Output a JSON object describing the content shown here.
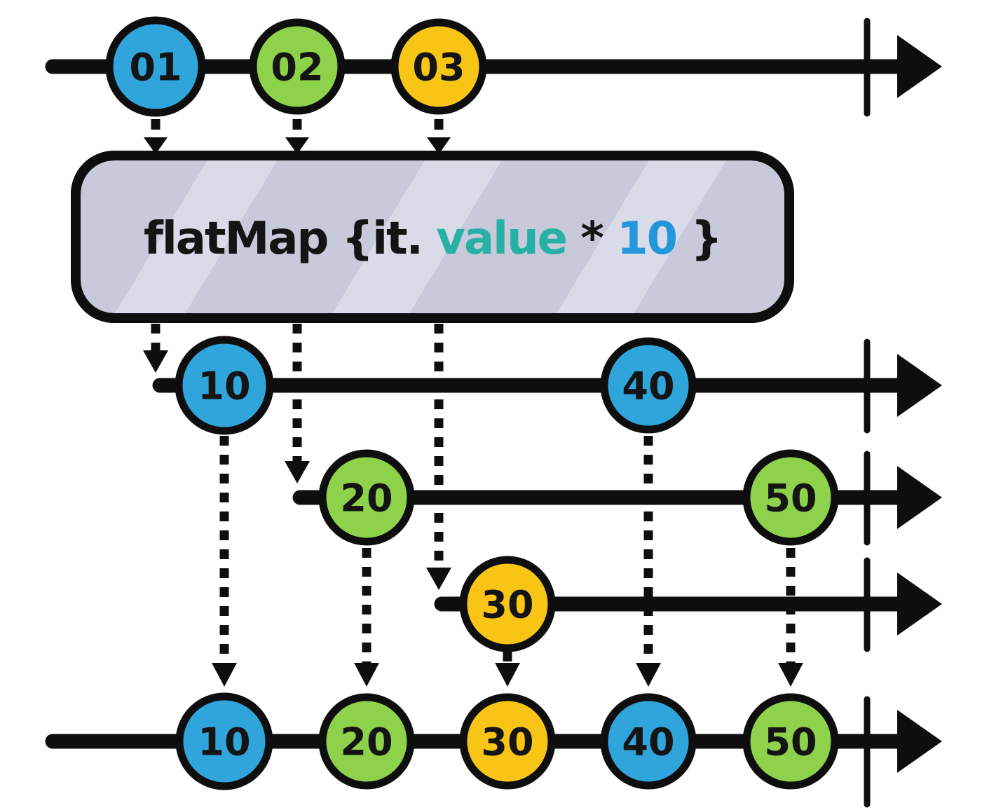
{
  "colors": {
    "blue": "#2fa5dc",
    "green": "#8ed14b",
    "yellow": "#f8c516",
    "stroke": "#0e0e0e",
    "box_fill": "#c8cadb",
    "box_stripe": "#d9dbe8",
    "teal_text": "#27b1a5",
    "blue_text": "#2497dc"
  },
  "operator": {
    "prefix": "flatMap {it.",
    "value_token": "value",
    "middle": " * ",
    "number_token": "10",
    "suffix": "}"
  },
  "source_stream": {
    "marbles": [
      {
        "label": "01",
        "color": "blue"
      },
      {
        "label": "02",
        "color": "green"
      },
      {
        "label": "03",
        "color": "yellow"
      }
    ]
  },
  "inner_streams": [
    {
      "marbles": [
        {
          "label": "10",
          "color": "blue"
        },
        {
          "label": "40",
          "color": "blue"
        }
      ]
    },
    {
      "marbles": [
        {
          "label": "20",
          "color": "green"
        },
        {
          "label": "50",
          "color": "green"
        }
      ]
    },
    {
      "marbles": [
        {
          "label": "30",
          "color": "yellow"
        }
      ]
    }
  ],
  "output_stream": {
    "marbles": [
      {
        "label": "10",
        "color": "blue"
      },
      {
        "label": "20",
        "color": "green"
      },
      {
        "label": "30",
        "color": "yellow"
      },
      {
        "label": "40",
        "color": "blue"
      },
      {
        "label": "50",
        "color": "green"
      }
    ]
  }
}
